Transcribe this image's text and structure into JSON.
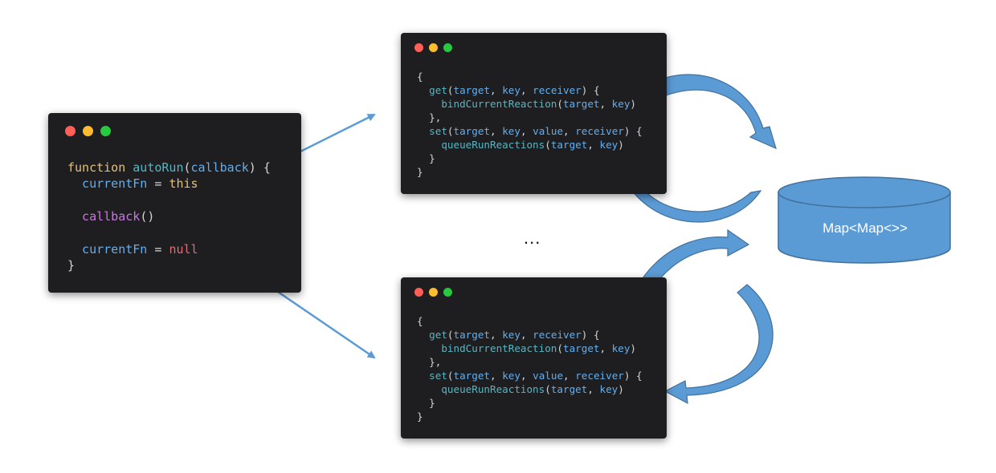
{
  "left_window": {
    "lines": [
      [
        {
          "t": "function ",
          "c": "kw"
        },
        {
          "t": "autoRun",
          "c": "fn"
        },
        {
          "t": "(",
          "c": "punc"
        },
        {
          "t": "callback",
          "c": "param"
        },
        {
          "t": ") {",
          "c": "punc"
        }
      ],
      [
        {
          "t": "  currentFn",
          "c": "var"
        },
        {
          "t": " = ",
          "c": "op"
        },
        {
          "t": "this",
          "c": "this"
        }
      ],
      [],
      [
        {
          "t": "  callback",
          "c": "call"
        },
        {
          "t": "()",
          "c": "punc"
        }
      ],
      [],
      [
        {
          "t": "  currentFn",
          "c": "var"
        },
        {
          "t": " = ",
          "c": "op"
        },
        {
          "t": "null",
          "c": "null"
        }
      ],
      [
        {
          "t": "}",
          "c": "punc"
        }
      ]
    ]
  },
  "proxy_window_top": {
    "lines": [
      [
        {
          "t": "{",
          "c": "punc"
        }
      ],
      [
        {
          "t": "  get",
          "c": "fn"
        },
        {
          "t": "(",
          "c": "punc"
        },
        {
          "t": "target",
          "c": "param"
        },
        {
          "t": ", ",
          "c": "punc"
        },
        {
          "t": "key",
          "c": "param"
        },
        {
          "t": ", ",
          "c": "punc"
        },
        {
          "t": "receiver",
          "c": "param"
        },
        {
          "t": ") {",
          "c": "punc"
        }
      ],
      [
        {
          "t": "    bindCurrentReaction",
          "c": "fn"
        },
        {
          "t": "(",
          "c": "punc"
        },
        {
          "t": "target",
          "c": "param"
        },
        {
          "t": ", ",
          "c": "punc"
        },
        {
          "t": "key",
          "c": "param"
        },
        {
          "t": ")",
          "c": "punc"
        }
      ],
      [
        {
          "t": "  },",
          "c": "punc"
        }
      ],
      [
        {
          "t": "  set",
          "c": "fn"
        },
        {
          "t": "(",
          "c": "punc"
        },
        {
          "t": "target",
          "c": "param"
        },
        {
          "t": ", ",
          "c": "punc"
        },
        {
          "t": "key",
          "c": "param"
        },
        {
          "t": ", ",
          "c": "punc"
        },
        {
          "t": "value",
          "c": "param"
        },
        {
          "t": ", ",
          "c": "punc"
        },
        {
          "t": "receiver",
          "c": "param"
        },
        {
          "t": ") {",
          "c": "punc"
        }
      ],
      [
        {
          "t": "    queueRunReactions",
          "c": "fn"
        },
        {
          "t": "(",
          "c": "punc"
        },
        {
          "t": "target",
          "c": "param"
        },
        {
          "t": ", ",
          "c": "punc"
        },
        {
          "t": "key",
          "c": "param"
        },
        {
          "t": ")",
          "c": "punc"
        }
      ],
      [
        {
          "t": "  }",
          "c": "punc"
        }
      ],
      [
        {
          "t": "}",
          "c": "punc"
        }
      ]
    ]
  },
  "proxy_window_bottom": {
    "lines": [
      [
        {
          "t": "{",
          "c": "punc"
        }
      ],
      [
        {
          "t": "  get",
          "c": "fn"
        },
        {
          "t": "(",
          "c": "punc"
        },
        {
          "t": "target",
          "c": "param"
        },
        {
          "t": ", ",
          "c": "punc"
        },
        {
          "t": "key",
          "c": "param"
        },
        {
          "t": ", ",
          "c": "punc"
        },
        {
          "t": "receiver",
          "c": "param"
        },
        {
          "t": ") {",
          "c": "punc"
        }
      ],
      [
        {
          "t": "    bindCurrentReaction",
          "c": "fn"
        },
        {
          "t": "(",
          "c": "punc"
        },
        {
          "t": "target",
          "c": "param"
        },
        {
          "t": ", ",
          "c": "punc"
        },
        {
          "t": "key",
          "c": "param"
        },
        {
          "t": ")",
          "c": "punc"
        }
      ],
      [
        {
          "t": "  },",
          "c": "punc"
        }
      ],
      [
        {
          "t": "  set",
          "c": "fn"
        },
        {
          "t": "(",
          "c": "punc"
        },
        {
          "t": "target",
          "c": "param"
        },
        {
          "t": ", ",
          "c": "punc"
        },
        {
          "t": "key",
          "c": "param"
        },
        {
          "t": ", ",
          "c": "punc"
        },
        {
          "t": "value",
          "c": "param"
        },
        {
          "t": ", ",
          "c": "punc"
        },
        {
          "t": "receiver",
          "c": "param"
        },
        {
          "t": ") {",
          "c": "punc"
        }
      ],
      [
        {
          "t": "    queueRunReactions",
          "c": "fn"
        },
        {
          "t": "(",
          "c": "punc"
        },
        {
          "t": "target",
          "c": "param"
        },
        {
          "t": ", ",
          "c": "punc"
        },
        {
          "t": "key",
          "c": "param"
        },
        {
          "t": ")",
          "c": "punc"
        }
      ],
      [
        {
          "t": "  }",
          "c": "punc"
        }
      ],
      [
        {
          "t": "}",
          "c": "punc"
        }
      ]
    ]
  },
  "ellipsis": "...",
  "store": {
    "label": "Map<Map<>>"
  },
  "colors": {
    "window_bg": "#1e1e20",
    "arrow": "#5b9bd5",
    "arrow_dark": "#41719c",
    "cylinder": "#5b9bd5"
  }
}
